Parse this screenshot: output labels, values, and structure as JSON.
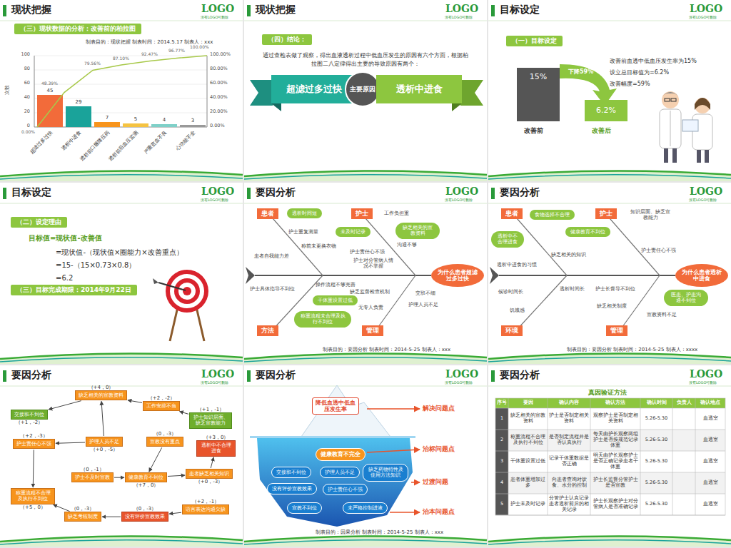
{
  "diagram": {
    "nodes": [
      {
        "text": [
          "现状把握"
        ]
      },
      {
        "text": [
          "现状把握"
        ]
      },
      {
        "text": [
          "目标设定"
        ]
      },
      {
        "text": [
          "目标设定"
        ]
      },
      {
        "text": [
          "要因分析"
        ]
      },
      {
        "text": [
          "要因分析"
        ]
      },
      {
        "text": [
          "要因分析"
        ]
      },
      {
        "text": [
          "要因分析"
        ]
      },
      {
        "text": [
          "要因分析"
        ]
      },
      {
        "text": [
          "（三）现状数据的分析：改善前的柏拉图"
        ],
        "in": 0
      },
      {
        "text": [
          "（四）结论："
        ],
        "in": 1
      },
      {
        "text": [
          "超滤过多过快"
        ],
        "in": 1
      },
      {
        "text": [
          "主要原因"
        ],
        "in": 1
      },
      {
        "text": [
          "透析中进食"
        ],
        "in": 1
      },
      {
        "text": [
          "（一）目标设定"
        ],
        "in": 2
      },
      {
        "text": [
          "15%"
        ],
        "in": 2
      },
      {
        "text": [
          "6.2%"
        ],
        "in": 2
      },
      {
        "text": [
          "（二）设定理由"
        ],
        "in": 3
      },
      {
        "text": [
          "（三）目标完成期限：2014年9月22日"
        ],
        "in": 3
      },
      {
        "text": [
          "患者"
        ],
        "in": 4
      },
      {
        "text": [
          "护士"
        ],
        "in": 4
      },
      {
        "text": [
          "方法"
        ],
        "in": 4
      },
      {
        "text": [
          "管理"
        ],
        "in": 4
      },
      {
        "text": [
          "为什么患者超滤过多过快"
        ],
        "in": 4
      },
      {
        "text": [
          "透析时间短"
        ],
        "in": 4
      },
      {
        "text": [
          "未及时记录"
        ],
        "in": 4
      },
      {
        "text": [
          "缺乏相关的宣教资料"
        ],
        "in": 4
      },
      {
        "text": [
          "干体重设置过低"
        ],
        "in": 4
      },
      {
        "text": [
          "称重流程未合理及执行不到位"
        ],
        "in": 4
      },
      {
        "text": [
          "患者"
        ],
        "in": 5
      },
      {
        "text": [
          "护士"
        ],
        "in": 5
      },
      {
        "text": [
          "环境"
        ],
        "in": 5
      },
      {
        "text": [
          "管理"
        ],
        "in": 5
      },
      {
        "text": [
          "为什么患者透析中进食"
        ],
        "in": 5
      },
      {
        "text": [
          "透析中不合理进食"
        ],
        "in": 5
      },
      {
        "text": [
          "食物选择不合理"
        ],
        "in": 5
      },
      {
        "text": [
          "健康教育不到位"
        ],
        "in": 5
      },
      {
        "text": [
          "医患、护患沟通不到位"
        ],
        "in": 5
      },
      {
        "text": [
          "（+4，0）",
          "缺乏相关的宣教资料"
        ],
        "in": 6
      },
      {
        "text": [
          "（+2，-2）",
          "工作安排不当"
        ],
        "in": 6
      },
      {
        "text": [
          "（+1，-2）",
          "交接班不到位"
        ],
        "in": 6
      },
      {
        "text": [
          "（+1，-1）",
          "护士知识层面、缺乏宣教能力"
        ],
        "in": 6
      },
      {
        "text": [
          "（+2，-3）",
          "护士责任心不强"
        ],
        "in": 6
      },
      {
        "text": [
          "（+0，-5）",
          "护理人员不足"
        ],
        "in": 6
      },
      {
        "text": [
          "（0，-3）",
          "宣教没有重点"
        ],
        "in": 6
      },
      {
        "text": [
          "（+3，0）",
          "透析中不合理进食"
        ],
        "in": 6
      },
      {
        "text": [
          "（0，-1）",
          "护士不及时宣教"
        ],
        "in": 6
      },
      {
        "text": [
          "（+7，0）",
          "健康教育不到位"
        ],
        "in": 6
      },
      {
        "text": [
          "（+0，-3）",
          "患者缺乏相关知识"
        ],
        "in": 6
      },
      {
        "text": [
          "（+5，0）",
          "称重流程不合理及执行不到位"
        ],
        "in": 6
      },
      {
        "text": [
          "（0，-3）",
          "缺乏考核制度"
        ],
        "in": 6
      },
      {
        "text": [
          "（0，-3）",
          "没有评价宣教效果"
        ],
        "in": 6
      },
      {
        "text": [
          "（+2，-1）",
          "语言表达沟通欠缺"
        ],
        "in": 6
      },
      {
        "text": [
          "降低血透中低血压发生率"
        ],
        "in": 7
      },
      {
        "text": [
          "健康教育不完全"
        ],
        "in": 7
      },
      {
        "text": [
          "交接班不到位"
        ],
        "in": 7
      },
      {
        "text": [
          "护理人员不足"
        ],
        "in": 7
      },
      {
        "text": [
          "缺乏药物特性及使用方法知识"
        ],
        "in": 7
      },
      {
        "text": [
          "没有评价宣教效果"
        ],
        "in": 7
      },
      {
        "text": [
          "护士责任心不强"
        ],
        "in": 7
      },
      {
        "text": [
          "宣教不到位"
        ],
        "in": 7
      },
      {
        "text": [
          "未严格控制进液"
        ],
        "in": 7
      }
    ],
    "edges": [
      {
        "from": 39,
        "to": 38,
        "arrow": "to"
      },
      {
        "from": 43,
        "to": 38,
        "arrow": "to"
      },
      {
        "from": 43,
        "to": 42,
        "arrow": "to"
      },
      {
        "from": 42,
        "to": 49,
        "arrow": "to"
      },
      {
        "from": 46,
        "to": 47,
        "arrow": "to"
      },
      {
        "from": 44,
        "to": 47,
        "arrow": "to"
      },
      {
        "from": 47,
        "to": 48,
        "arrow": "to"
      },
      {
        "from": 48,
        "to": 45,
        "arrow": "to"
      },
      {
        "from": 50,
        "to": 49,
        "arrow": "to"
      },
      {
        "from": 51,
        "to": 50,
        "arrow": "to"
      },
      {
        "from": 52,
        "to": 51,
        "arrow": "to"
      },
      {
        "from": 38,
        "to": 40,
        "arrow": "to"
      },
      {
        "from": 41,
        "to": 39,
        "arrow": "to"
      }
    ],
    "labels": [
      "LOGO",
      "没有LOGO可删除",
      "LOGO",
      "没有LOGO可删除",
      "LOGO",
      "没有LOGO可删除",
      "LOGO",
      "没有LOGO可删除",
      "LOGO",
      "没有LOGO可删除",
      "LOGO",
      "没有LOGO可删除",
      "LOGO",
      "没有LOGO可删除",
      "LOGO",
      "没有LOGO可删除",
      "LOGO",
      "没有LOGO可删除",
      "制表目的：现状把握   制表时间：2014.5.17   制表人：xxx",
      "100",
      "80",
      "60",
      "40",
      "20",
      "0",
      "100.00%",
      "80.00%",
      "60.00%",
      "40.00%",
      "20.00%",
      "0.00%",
      "次数",
      "45",
      "29",
      "7",
      "5",
      "4",
      "3",
      "0.00%",
      "48.39%",
      "79.56%",
      "87.10%",
      "92.47%",
      "96.77%",
      "100.00%",
      "超滤过多过快",
      "透析中进食",
      "透析前口服降压药",
      "透析前后血压监测",
      "严重贫血不良",
      "心功能不全",
      "通过查检表做了观察，得出血液透析过程中低血压发生的原因有六个方面，根据柏拉图二八定律得出主要的导致原因有两个：",
      "下降59%",
      "改善前",
      "改善后",
      "改善前血透中低血压发生率为15%",
      "设立总目标值为=6.2%",
      "改善幅度=59%",
      "目标值=现状值-改善值",
      "=现状值-（现状值×圈能力×改善重点）",
      "=15-（15×0.73×0.8）",
      "=6.2",
      "护士重复测量",
      "称前未更换衣物",
      "患者自我能力差",
      "工作负担重",
      "沟通不够",
      "护士责任心不强",
      "护士对分管病人情况不掌握",
      "护士具体指导不到位",
      "操作流程不够完善",
      "缺乏监督检查机制",
      "无专人负责",
      "护理人员不足",
      "交班不细",
      "制表目的：要因分析   制表时间：2014-5-25   制表人：xxx",
      "知识层面、缺乏宣教能力",
      "护士责任心不强",
      "缺乏相关的知识",
      "透析中进食的习惯",
      "候诊时间长",
      "透析时间长",
      "饥饿感",
      "护士长督导不到位",
      "缺乏相关制度",
      "宣教资料不足",
      "制表目的：要因分析   制表时间：2014-5-25   制表人：xxxx",
      "解决问题点",
      "治标问题点",
      "过渡问题",
      "治本问题点",
      "制表目的：因果分析   制表时间：2014-5-25   制表人：xxx",
      "真因验证方法",
      "序号",
      "要因",
      "确认内容",
      "确认方法",
      "确认时间",
      "负责人",
      "确认地点",
      "1",
      "缺乏相关的宣教资料",
      "护士是否制定相关资料",
      "观察护士是否制定相关资料",
      "5.26-5.30",
      "血透室",
      "2",
      "称重流程不合理及执行不到位",
      "是否制定流程并是否认真执行",
      "每天由护长观察两组护士是否按规范记录体重",
      "5.26-5.30",
      "血透室",
      "3",
      "干体重设置过低",
      "记录干体重数据是否正确",
      "明天由护长观察护士是否正确记录患者干体重",
      "5.26-5.30",
      "血透室",
      "4",
      "患者体重增加过多",
      "向患者查询对饮食、水分的控制",
      "护士长监督分管护士是否宣教",
      "5.26-5.30",
      "血透室",
      "5",
      "护士未及时记录",
      "分管护士认真记录患者透析前后的相关记录",
      "护士长观察护士对分管病人是否准确记录",
      "5.26-5.30",
      "血透室"
    ]
  }
}
